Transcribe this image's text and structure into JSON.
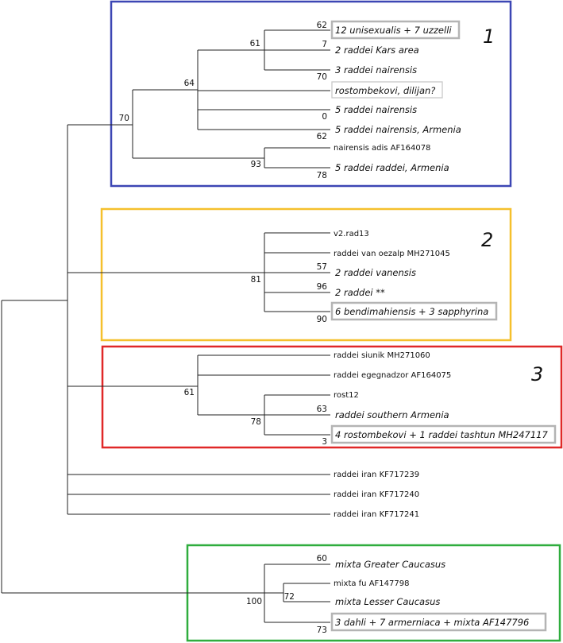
{
  "colors": {
    "group1": "#3c46b4",
    "group2": "#f5c02c",
    "group3": "#e02828",
    "group4": "#2fad3e",
    "leaf_box_thick": "#b4b4b4",
    "leaf_box_thin": "#c8c8c8"
  },
  "group_labels": [
    "1",
    "2",
    "3"
  ],
  "leaves": [
    {
      "id": "l1",
      "text": "12 unisexualis + 7 uzzelli",
      "italic": true
    },
    {
      "id": "l2",
      "text": "2 raddei Kars area",
      "italic": true
    },
    {
      "id": "l3",
      "text": "3 raddei nairensis",
      "italic": true
    },
    {
      "id": "l4",
      "text": "rostombekovi, dilijan?",
      "italic": true
    },
    {
      "id": "l5",
      "text": "5 raddei nairensis",
      "italic": true
    },
    {
      "id": "l6",
      "text": "5 raddei nairensis, Armenia",
      "italic": true
    },
    {
      "id": "l7",
      "text": "nairensis adis AF164078",
      "italic": false
    },
    {
      "id": "l8",
      "text": "5 raddei raddei, Armenia",
      "italic": true
    },
    {
      "id": "l9",
      "text": "v2.rad13",
      "italic": false
    },
    {
      "id": "l10",
      "text": "raddei van oezalp MH271045",
      "italic": false
    },
    {
      "id": "l11",
      "text": "2 raddei vanensis",
      "italic": true
    },
    {
      "id": "l12",
      "text": "2 raddei **",
      "italic": true
    },
    {
      "id": "l13",
      "text": "6 bendimahiensis + 3 sapphyrina",
      "italic": true
    },
    {
      "id": "l14",
      "text": "raddei siunik MH271060",
      "italic": false
    },
    {
      "id": "l15",
      "text": "raddei egegnadzor AF164075",
      "italic": false
    },
    {
      "id": "l16",
      "text": "rost12",
      "italic": false
    },
    {
      "id": "l17",
      "text": "raddei southern Armenia",
      "italic": true
    },
    {
      "id": "l18",
      "text": "4 rostombekovi + 1 raddei tashtun MH247117",
      "italic": true
    },
    {
      "id": "l19",
      "text": "raddei iran KF717239",
      "italic": false
    },
    {
      "id": "l20",
      "text": "raddei iran KF717240",
      "italic": false
    },
    {
      "id": "l21",
      "text": "raddei iran KF717241",
      "italic": false
    },
    {
      "id": "l22",
      "text": "mixta Greater Caucasus",
      "italic": true
    },
    {
      "id": "l23",
      "text": "mixta fu AF147798",
      "italic": false
    },
    {
      "id": "l24",
      "text": "mixta Lesser Caucasus",
      "italic": true
    },
    {
      "id": "l25",
      "text": "3 dahli + 7 armerniaca + mixta AF147796",
      "italic": true
    }
  ],
  "bootstrap": [
    {
      "id": "b62a",
      "text": "62"
    },
    {
      "id": "b7",
      "text": "7"
    },
    {
      "id": "b61a",
      "text": "61"
    },
    {
      "id": "b70a",
      "text": "70"
    },
    {
      "id": "b64",
      "text": "64"
    },
    {
      "id": "b0",
      "text": "0"
    },
    {
      "id": "b62b",
      "text": "62"
    },
    {
      "id": "b70b",
      "text": "70"
    },
    {
      "id": "b93",
      "text": "93"
    },
    {
      "id": "b78a",
      "text": "78"
    },
    {
      "id": "b57",
      "text": "57"
    },
    {
      "id": "b96",
      "text": "96"
    },
    {
      "id": "b81",
      "text": "81"
    },
    {
      "id": "b90",
      "text": "90"
    },
    {
      "id": "b61b",
      "text": "61"
    },
    {
      "id": "b63",
      "text": "63"
    },
    {
      "id": "b78b",
      "text": "78"
    },
    {
      "id": "b3",
      "text": "3"
    },
    {
      "id": "b60",
      "text": "60"
    },
    {
      "id": "b72",
      "text": "72"
    },
    {
      "id": "b100",
      "text": "100"
    },
    {
      "id": "b73",
      "text": "73"
    }
  ]
}
